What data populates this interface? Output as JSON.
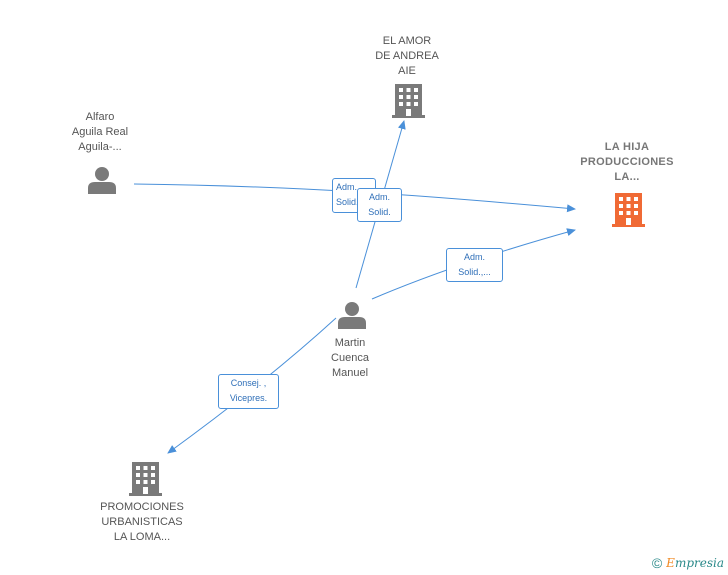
{
  "nodes": {
    "el_amor": {
      "name": "EL AMOR\nDE ANDREA\nAIE",
      "type": "company"
    },
    "alfaro": {
      "name": "Alfaro\nAguila Real\nAguila-...",
      "type": "person"
    },
    "la_hija": {
      "name": "LA HIJA\nPRODUCCIONES\nLA...",
      "type": "company",
      "highlight": true
    },
    "martin": {
      "name": "Martin\nCuenca\nManuel",
      "type": "person"
    },
    "promociones": {
      "name": "PROMOCIONES\nURBANISTICAS\nLA LOMA...",
      "type": "company"
    }
  },
  "edges": {
    "alfaro_lahija": {
      "label": "Adm.\nSolid."
    },
    "martin_elamor": {
      "label": "Adm.\nSolid."
    },
    "martin_lahija": {
      "label": "Adm.\nSolid.,..."
    },
    "martin_promociones": {
      "label": "Consej. ,\nVicepres."
    }
  },
  "colors": {
    "edge": "#4a90d9",
    "icon_default": "#7a7a7a",
    "icon_highlight": "#f06a35"
  },
  "footer": {
    "copyright_symbol": "©",
    "brand_initial": "E",
    "brand_rest": "mpresia"
  }
}
